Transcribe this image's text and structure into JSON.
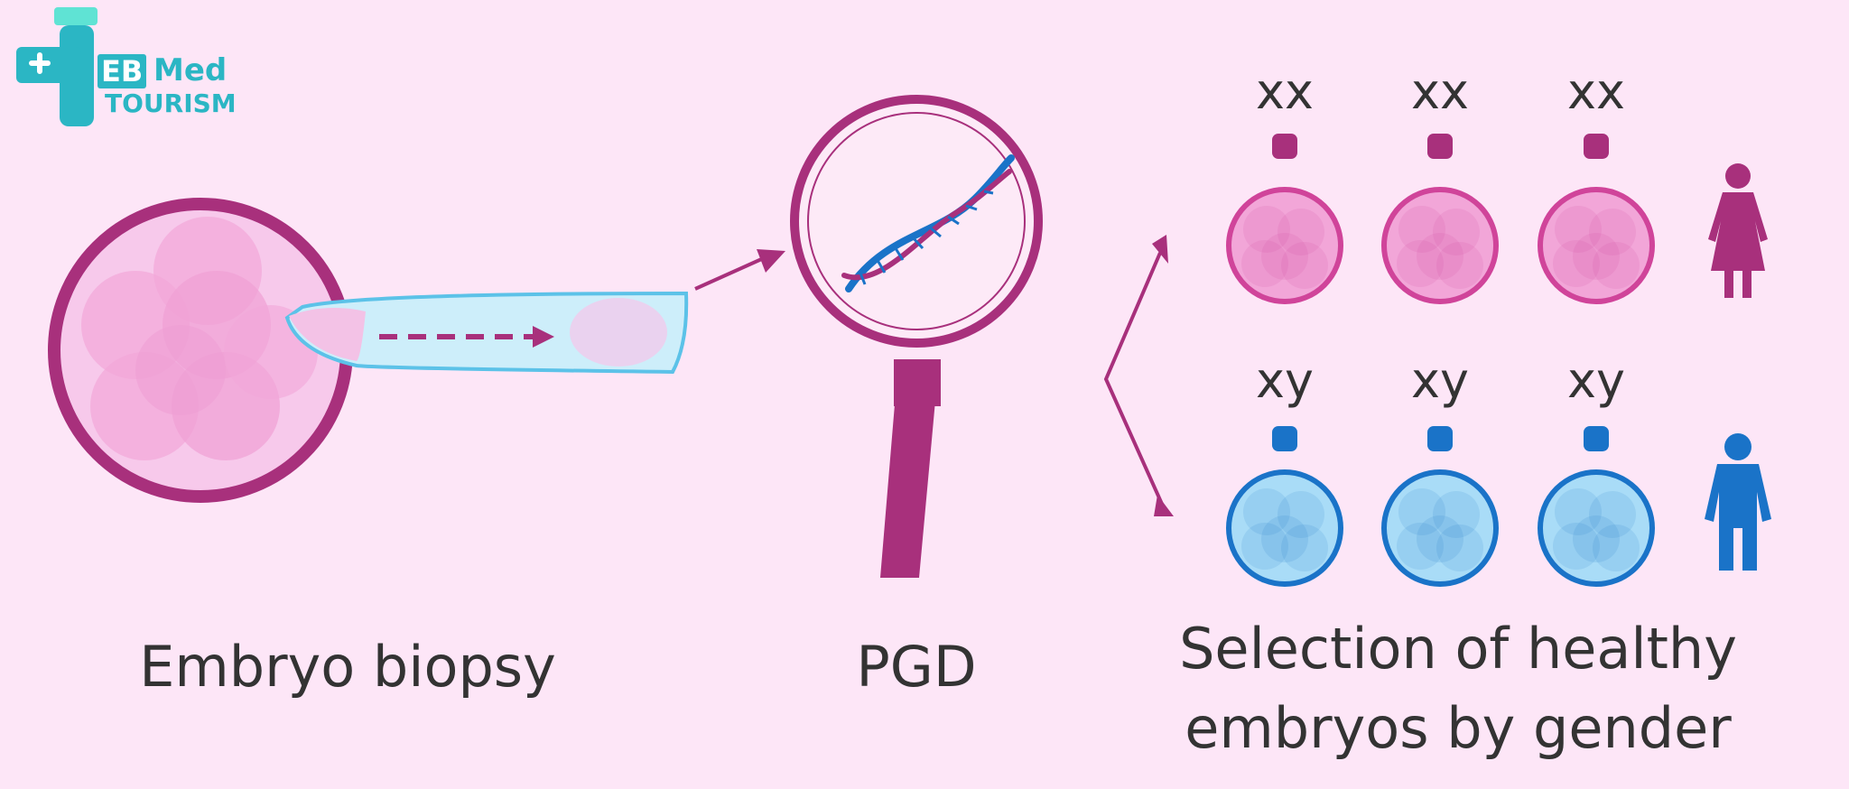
{
  "logo": {
    "line1_a": "EB",
    "line1_b": "Med",
    "line2": "TOURISM"
  },
  "labels": {
    "biopsy": "Embryo biopsy",
    "pgd": "PGD",
    "selection_line1": "Selection of healthy",
    "selection_line2": "embryos by gender"
  },
  "female_row": {
    "chromosome": "xx",
    "count": 3,
    "icon": "female-icon"
  },
  "male_row": {
    "chromosome": "xy",
    "count": 3,
    "icon": "male-icon"
  },
  "colors": {
    "background": "#fde6f7",
    "magenta": "#a8307c",
    "pink_cell": "#f2a6d8",
    "blue": "#1a73c8",
    "light_blue": "#a9dcf7",
    "pipette": "#cdeefa",
    "teal_logo": "#2bb6c4"
  }
}
